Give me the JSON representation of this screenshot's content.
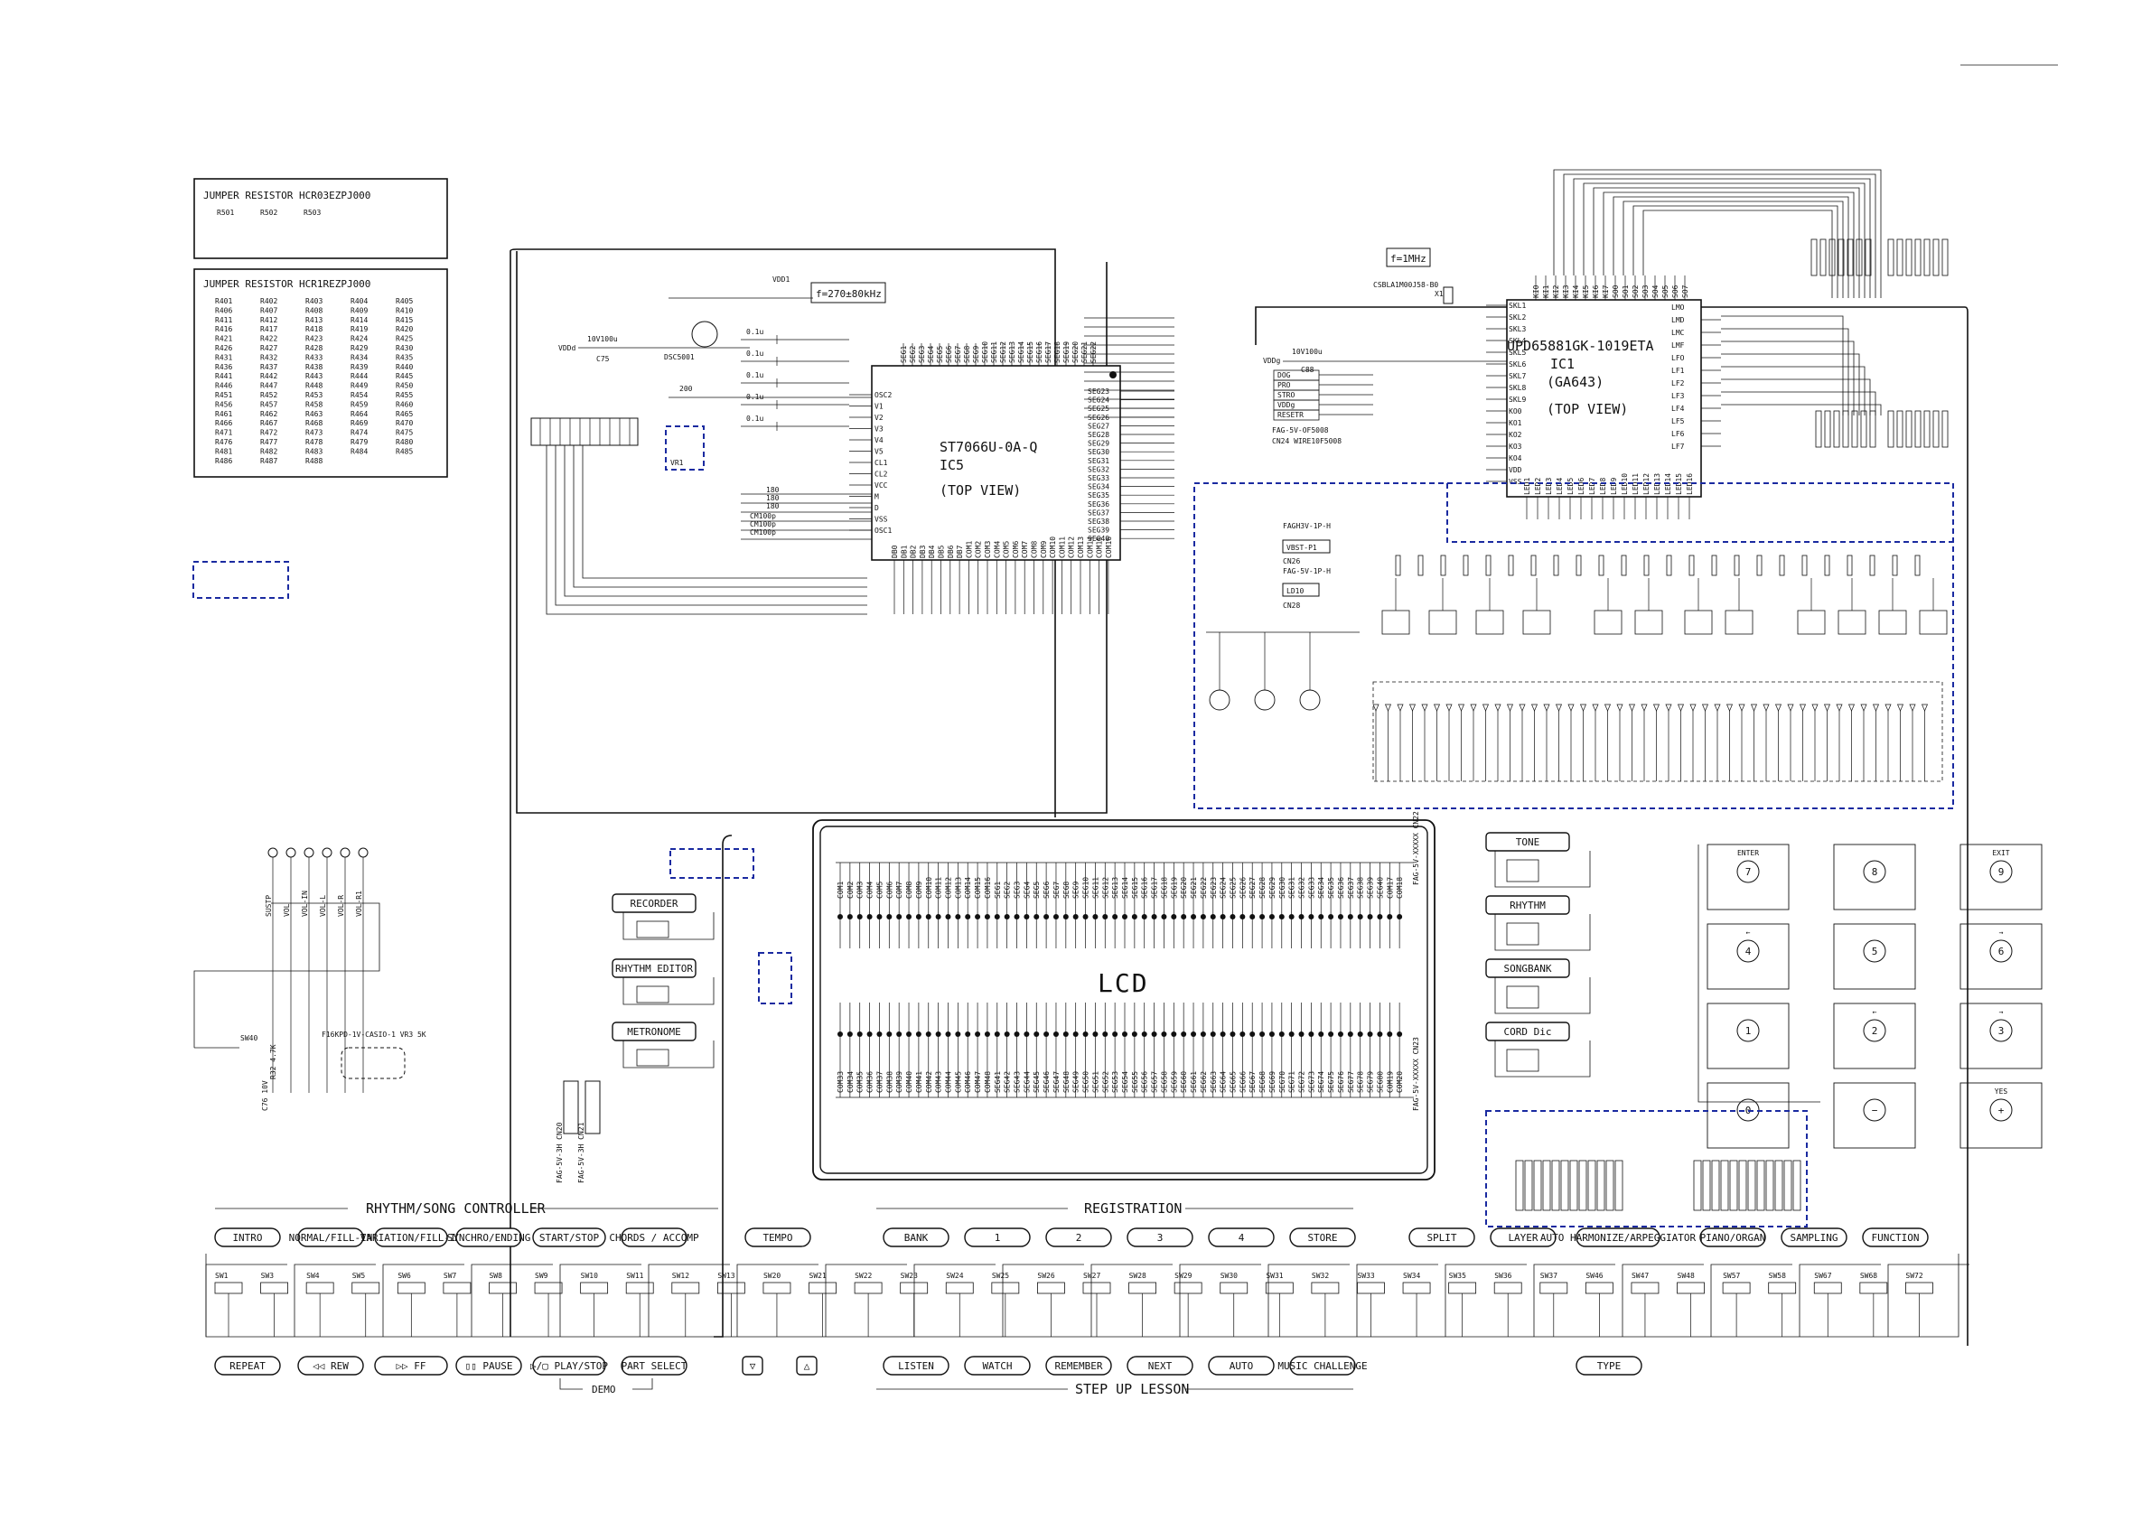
{
  "jumpers": {
    "box1_title": "JUMPER RESISTOR HCR03EZPJ000",
    "box1_items": [
      "R501",
      "R502",
      "R503"
    ],
    "box2_title": "JUMPER RESISTOR HCR1REZPJ000",
    "box2_items": [
      "R401",
      "R402",
      "R403",
      "R404",
      "R405",
      "R406",
      "R407",
      "R408",
      "R409",
      "R410",
      "R411",
      "R412",
      "R413",
      "R414",
      "R415",
      "R416",
      "R417",
      "R418",
      "R419",
      "R420",
      "R421",
      "R422",
      "R423",
      "R424",
      "R425",
      "R426",
      "R427",
      "R428",
      "R429",
      "R430",
      "R431",
      "R432",
      "R433",
      "R434",
      "R435",
      "R436",
      "R437",
      "R438",
      "R439",
      "R440",
      "R441",
      "R442",
      "R443",
      "R444",
      "R445",
      "R446",
      "R447",
      "R448",
      "R449",
      "R450",
      "R451",
      "R452",
      "R453",
      "R454",
      "R455",
      "R456",
      "R457",
      "R458",
      "R459",
      "R460",
      "R461",
      "R462",
      "R463",
      "R464",
      "R465",
      "R466",
      "R467",
      "R468",
      "R469",
      "R470",
      "R471",
      "R472",
      "R473",
      "R474",
      "R475",
      "R476",
      "R477",
      "R478",
      "R479",
      "R480",
      "R481",
      "R482",
      "R483",
      "R484",
      "R485",
      "R486",
      "R487",
      "R488"
    ]
  },
  "ic5": {
    "name": "ST7066U-0A-Q",
    "ref": "IC5",
    "view": "(TOP VIEW)",
    "freq": "f=270±80kHz",
    "pins_left": [
      "OSC2",
      "V1",
      "V2",
      "V3",
      "V4",
      "V5",
      "CL1",
      "CL2",
      "VCC",
      "M",
      "D",
      "VSS",
      "OSC1"
    ],
    "pins_top": [
      "SEG1",
      "SEG2",
      "SEG3",
      "SEG4",
      "SEG5",
      "SEG6",
      "SEG7",
      "SEG8",
      "SEG9",
      "SEG10",
      "SEG11",
      "SEG12",
      "SEG13",
      "SEG14",
      "SEG15",
      "SEG16",
      "SEG17",
      "SEG18",
      "SEG19",
      "SEG20",
      "SEG21",
      "SEG22"
    ],
    "pins_right": [
      "SEG23",
      "SEG24",
      "SEG25",
      "SEG26",
      "SEG27",
      "SEG28",
      "SEG29",
      "SEG30",
      "SEG31",
      "SEG32",
      "SEG33",
      "SEG34",
      "SEG35",
      "SEG36",
      "SEG37",
      "SEG38",
      "SEG39",
      "SEG40"
    ],
    "pins_bottom": [
      "DB0",
      "DB1",
      "DB2",
      "DB3",
      "DB4",
      "DB5",
      "DB6",
      "DB7",
      "COM1",
      "COM2",
      "COM3",
      "COM4",
      "COM5",
      "COM6",
      "COM7",
      "COM8",
      "COM9",
      "COM10",
      "COM11",
      "COM12",
      "COM13",
      "COM14",
      "COM15",
      "COM16"
    ]
  },
  "ic1": {
    "name": "UPD65881GK-1019ETA",
    "ref": "IC1",
    "sub": "(GA643)",
    "view": "(TOP VIEW)",
    "clock": "f=1MHz",
    "resonator": "CSBLA1M00J58-B0",
    "xref": "X1",
    "pins_left": [
      "SKL1",
      "SKL2",
      "SKL3",
      "SKL4",
      "SKL5",
      "SKL6",
      "SKL7",
      "SKL8",
      "SKL9",
      "KO0",
      "KO1",
      "KO2",
      "KO3",
      "KO4",
      "VDD",
      "VSS"
    ],
    "pins_top": [
      "KI0",
      "KI1",
      "KI2",
      "KI3",
      "KI4",
      "KI5",
      "KI6",
      "KI7",
      "SO0",
      "SO1",
      "SO2",
      "SO3",
      "SO4",
      "SO5",
      "SO6",
      "SO7"
    ],
    "pins_right": [
      "LMO",
      "LMD",
      "LMC",
      "LMF",
      "LFO",
      "LF1",
      "LF2",
      "LF3",
      "LF4",
      "LF5",
      "LF6",
      "LF7"
    ],
    "pins_bottom": [
      "LED1",
      "LED2",
      "LED3",
      "LED4",
      "LED5",
      "LED6",
      "LED7",
      "LED8",
      "LED9",
      "LED10",
      "LED11",
      "LED12",
      "LED13",
      "LED14",
      "LED15",
      "LED16"
    ]
  },
  "connectors": {
    "cn24_lines": [
      "DOG",
      "PRO",
      "STRO",
      "VDDg",
      "RESETR"
    ],
    "cn24_label": "FAG-5V-OF5008",
    "cn24_ref": "CN24  WIRE10F5008",
    "cn26_label": "FAGH3V-1P-H",
    "cn26_ref": "CN26",
    "cn26_pin": "VBST-P1",
    "cn28_label": "FAG-5V-1P-H",
    "cn28_ref": "CN28",
    "cn28_pin": "LD10",
    "vr1": "VR1",
    "vr3": "F16KPD-1V-CASIO-1 VR3 5K"
  },
  "components": {
    "c75": "10V100u",
    "c75_ref": "C75",
    "c88": "10V100u",
    "c88_ref": "C88",
    "vdd": "VDDd",
    "vdd1": "VDD1",
    "vdd2": "VDDg",
    "r200": "200",
    "q_transistor": "DSC5001",
    "c_values": [
      "0.1u",
      "0.1u",
      "0.1u",
      "0.1u",
      "0.1u"
    ],
    "r_list": [
      "180",
      "180",
      "180"
    ],
    "cm_list": [
      "CM100p",
      "CM100p",
      "CM100p"
    ]
  },
  "lcd": {
    "label": "LCD",
    "top_pins": [
      "COM1",
      "COM2",
      "COM3",
      "COM4",
      "COM5",
      "COM6",
      "COM7",
      "COM8",
      "COM9",
      "COM10",
      "COM11",
      "COM12",
      "COM13",
      "COM14",
      "COM15",
      "COM16",
      "SEG1",
      "SEG2",
      "SEG3",
      "SEG4",
      "SEG5",
      "SEG6",
      "SEG7",
      "SEG8",
      "SEG9",
      "SEG10",
      "SEG11",
      "SEG12",
      "SEG13",
      "SEG14",
      "SEG15",
      "SEG16",
      "SEG17",
      "SEG18",
      "SEG19",
      "SEG20",
      "SEG21",
      "SEG22",
      "SEG23",
      "SEG24",
      "SEG25",
      "SEG26",
      "SEG27",
      "SEG28",
      "SEG29",
      "SEG30",
      "SEG31",
      "SEG32",
      "SEG33",
      "SEG34",
      "SEG35",
      "SEG36",
      "SEG37",
      "SEG38",
      "SEG39",
      "SEG40",
      "COM17",
      "COM18"
    ],
    "bottom_pins": [
      "COM33",
      "COM34",
      "COM35",
      "COM36",
      "COM37",
      "COM38",
      "COM39",
      "COM40",
      "COM41",
      "COM42",
      "COM43",
      "COM44",
      "COM45",
      "COM46",
      "COM47",
      "COM48",
      "SEG41",
      "SEG42",
      "SEG43",
      "SEG44",
      "SEG45",
      "SEG46",
      "SEG47",
      "SEG48",
      "SEG49",
      "SEG50",
      "SEG51",
      "SEG52",
      "SEG53",
      "SEG54",
      "SEG55",
      "SEG56",
      "SEG57",
      "SEG58",
      "SEG59",
      "SEG60",
      "SEG61",
      "SEG62",
      "SEG63",
      "SEG64",
      "SEG65",
      "SEG66",
      "SEG67",
      "SEG68",
      "SEG69",
      "SEG70",
      "SEG71",
      "SEG72",
      "SEG73",
      "SEG74",
      "SEG75",
      "SEG76",
      "SEG77",
      "SEG78",
      "SEG79",
      "SEG80",
      "COM19",
      "COM20"
    ],
    "cn22": "FAG-5V-XXXXX CN22",
    "cn23": "FAG-5V-XXXXX CN23"
  },
  "left_buttons": {
    "recorder": "RECORDER",
    "rhythm_editor": "RHYTHM EDITOR",
    "metronome": "METRONOME"
  },
  "right_buttons": {
    "tone": "TONE",
    "rhythm": "RHYTHM",
    "songbank": "SONGBANK",
    "cord_dic": "CORD Dic"
  },
  "keypad": {
    "keys": [
      {
        "num": "7",
        "tag": "ENTER"
      },
      {
        "num": "8",
        "tag": ""
      },
      {
        "num": "9",
        "tag": "EXIT"
      },
      {
        "num": "4",
        "tag": "←"
      },
      {
        "num": "5",
        "tag": ""
      },
      {
        "num": "6",
        "tag": "→"
      },
      {
        "num": "1",
        "tag": ""
      },
      {
        "num": "2",
        "tag": "←"
      },
      {
        "num": "3",
        "tag": "→"
      },
      {
        "num": "0",
        "tag": ""
      },
      {
        "num": "−",
        "tag": ""
      },
      {
        "num": "+",
        "tag": "YES"
      }
    ]
  },
  "panel": {
    "rhythm_song_controller": "RHYTHM/SONG CONTROLLER",
    "registration": "REGISTRATION",
    "step_up_lesson": "STEP UP LESSON",
    "demo": "DEMO",
    "top_row": [
      "INTRO",
      "NORMAL/FILL-IN",
      "VARIATION/FILL-IN",
      "SYNCHRO/ENDING",
      "START/STOP",
      "CHORDS / ACCOMP",
      "TEMPO",
      "BANK",
      "1",
      "2",
      "3",
      "4",
      "STORE",
      "SPLIT",
      "LAYER",
      "AUTO HARMONIZE/ARPEGGIATOR",
      "PIANO/ORGAN",
      "SAMPLING",
      "FUNCTION"
    ],
    "bottom_row": [
      "REPEAT",
      "◁◁ REW",
      "▷▷ FF",
      "▯▯ PAUSE",
      "▷/▢ PLAY/STOP",
      "PART SELECT",
      "▽",
      "△",
      "LISTEN",
      "WATCH",
      "REMEMBER",
      "NEXT",
      "AUTO",
      "MUSIC CHALLENGE",
      "TYPE"
    ],
    "switches": [
      "SW1",
      "SW3",
      "SW4",
      "SW5",
      "SW6",
      "SW7",
      "SW8",
      "SW9",
      "SW10",
      "SW11",
      "SW12",
      "SW13",
      "SW20",
      "SW21",
      "SW22",
      "SW23",
      "SW24",
      "SW25",
      "SW26",
      "SW27",
      "SW28",
      "SW29",
      "SW30",
      "SW31",
      "SW32",
      "SW33",
      "SW34",
      "SW35",
      "SW36",
      "SW37",
      "SW46",
      "SW47",
      "SW48",
      "SW57",
      "SW58",
      "SW67",
      "SW68",
      "SW72"
    ]
  },
  "pot_labels": [
    "SUSTP",
    "VOL",
    "VOL-IN",
    "VOL-L",
    "VOL-R",
    "VOL-R1"
  ],
  "sustain": {
    "sw": "SW40",
    "r": "R32 4.7K",
    "c": "C76 10V"
  },
  "jack_cn": {
    "a": "FAG-5V-3H CN20",
    "b": "FAG-5V-3H CN21"
  }
}
